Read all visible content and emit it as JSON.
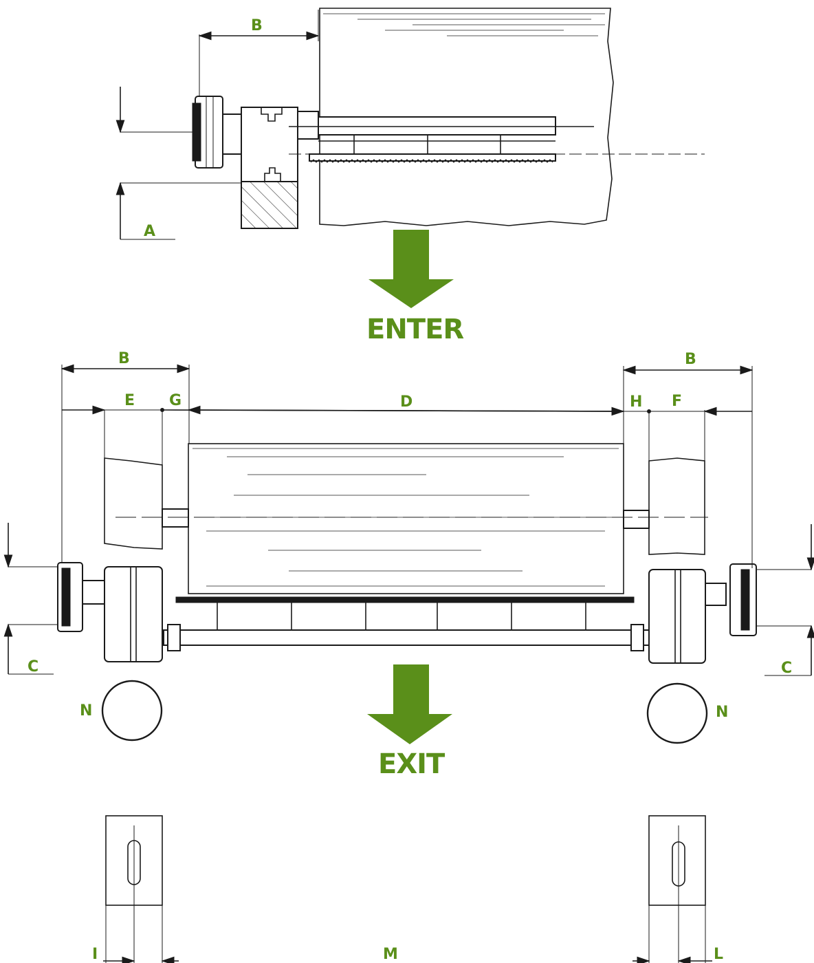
{
  "colors": {
    "accent": "#5a8f1a",
    "line": "#1a1a1a"
  },
  "labels": {
    "A": "A",
    "B": "B",
    "C": "C",
    "D": "D",
    "E": "E",
    "F": "F",
    "G": "G",
    "H": "H",
    "I": "I",
    "L": "L",
    "M": "M",
    "N": "N"
  },
  "arrows": {
    "enter": "ENTER",
    "exit": "EXIT"
  }
}
